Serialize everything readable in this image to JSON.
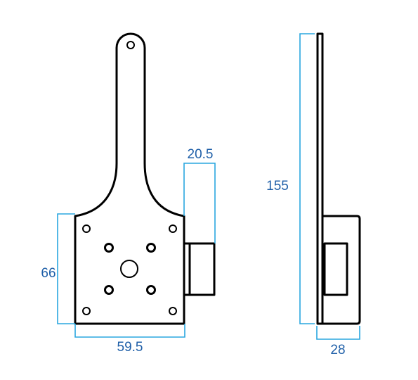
{
  "colors": {
    "outline": "#000000",
    "dimension_line": "#2aa7df",
    "dimension_text": "#1f5fa8",
    "background": "#ffffff"
  },
  "dimensions": {
    "plate_width": "59.5",
    "plate_height": "66",
    "receiver_width": "20.5",
    "overall_height": "155",
    "side_depth": "28"
  }
}
